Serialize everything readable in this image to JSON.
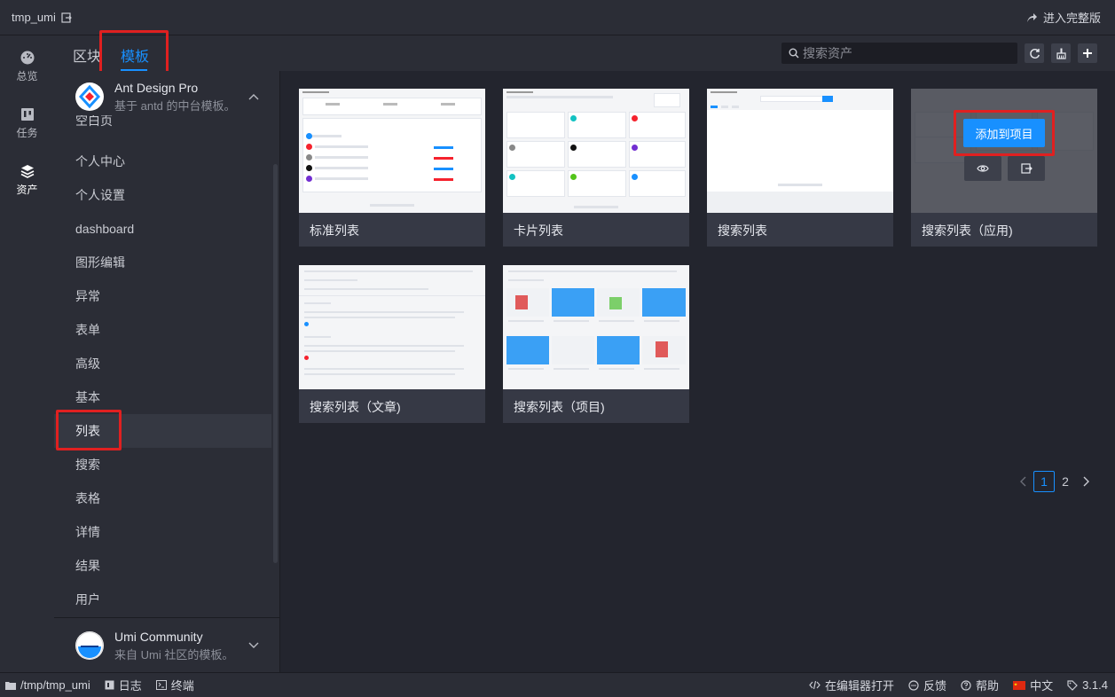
{
  "topbar": {
    "project": "tmp_umi",
    "full_version": "进入完整版"
  },
  "nav": [
    {
      "label": "总览",
      "icon": "dashboard-icon"
    },
    {
      "label": "任务",
      "icon": "task-icon"
    },
    {
      "label": "资产",
      "icon": "assets-icon"
    }
  ],
  "tabs": {
    "blocks": "区块",
    "templates": "模板"
  },
  "search": {
    "placeholder": "搜索资产"
  },
  "template_groups": [
    {
      "title": "Ant Design Pro",
      "desc": "基于 antd 的中台模板。"
    },
    {
      "title": "Umi Community",
      "desc": "来自 Umi 社区的模板。"
    }
  ],
  "categories": [
    "空白页",
    "个人中心",
    "个人设置",
    "dashboard",
    "图形编辑",
    "异常",
    "表单",
    "高级",
    "基本",
    "列表",
    "搜索",
    "表格",
    "详情",
    "结果",
    "用户"
  ],
  "selected_category": "列表",
  "cards": [
    {
      "name": "标准列表"
    },
    {
      "name": "卡片列表"
    },
    {
      "name": "搜索列表"
    },
    {
      "name": "搜索列表（应用)"
    },
    {
      "name": "搜索列表（文章)"
    },
    {
      "name": "搜索列表（项目)"
    }
  ],
  "hover_card": {
    "add_label": "添加到项目"
  },
  "pagination": {
    "pages": [
      "1",
      "2"
    ],
    "current": "1"
  },
  "status": {
    "path": "/tmp/tmp_umi",
    "log": "日志",
    "terminal": "终端",
    "open_editor": "在编辑器打开",
    "feedback": "反馈",
    "help": "帮助",
    "language": "中文",
    "version": "3.1.4"
  },
  "colors": {
    "accent": "#1890ff",
    "highlight_box": "#e02020"
  }
}
